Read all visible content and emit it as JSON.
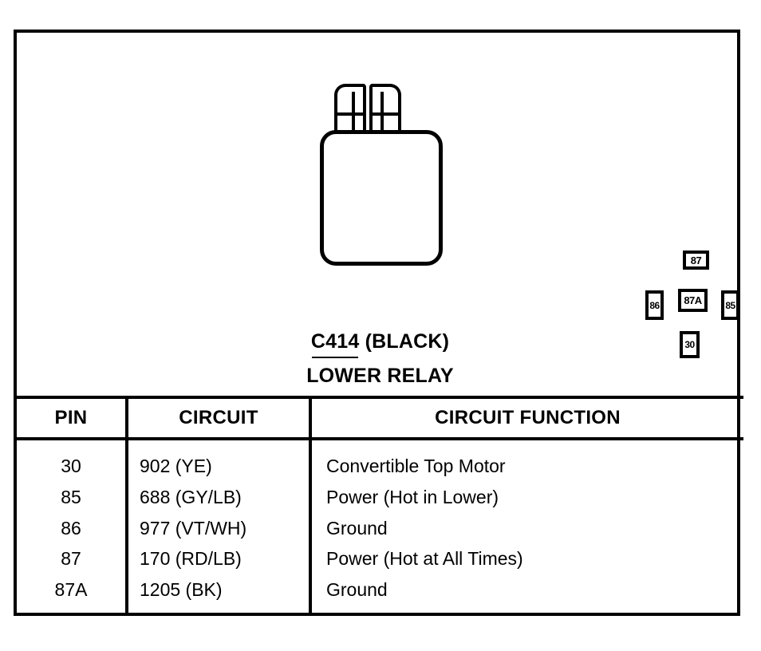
{
  "figure": {
    "connector_id": "C414",
    "connector_color": "(BLACK)",
    "connector_name": "LOWER RELAY",
    "pins": [
      {
        "id": "87",
        "label": "87"
      },
      {
        "id": "87A",
        "label": "87A"
      },
      {
        "id": "86",
        "label": "86"
      },
      {
        "id": "85",
        "label": "85"
      },
      {
        "id": "30",
        "label": "30"
      }
    ]
  },
  "table": {
    "headers": [
      "PIN",
      "CIRCUIT",
      "CIRCUIT FUNCTION"
    ],
    "rows": [
      {
        "pin": "30",
        "circuit": "902 (YE)",
        "function": "Convertible Top Motor"
      },
      {
        "pin": "85",
        "circuit": "688 (GY/LB)",
        "function": "Power (Hot in Lower)"
      },
      {
        "pin": "86",
        "circuit": "977 (VT/WH)",
        "function": "Ground"
      },
      {
        "pin": "87",
        "circuit": "170 (RD/LB)",
        "function": "Power (Hot at All Times)"
      },
      {
        "pin": "87A",
        "circuit": "1205 (BK)",
        "function": "Ground"
      }
    ]
  },
  "colors": {
    "ink": "#000000",
    "paper": "#ffffff"
  }
}
